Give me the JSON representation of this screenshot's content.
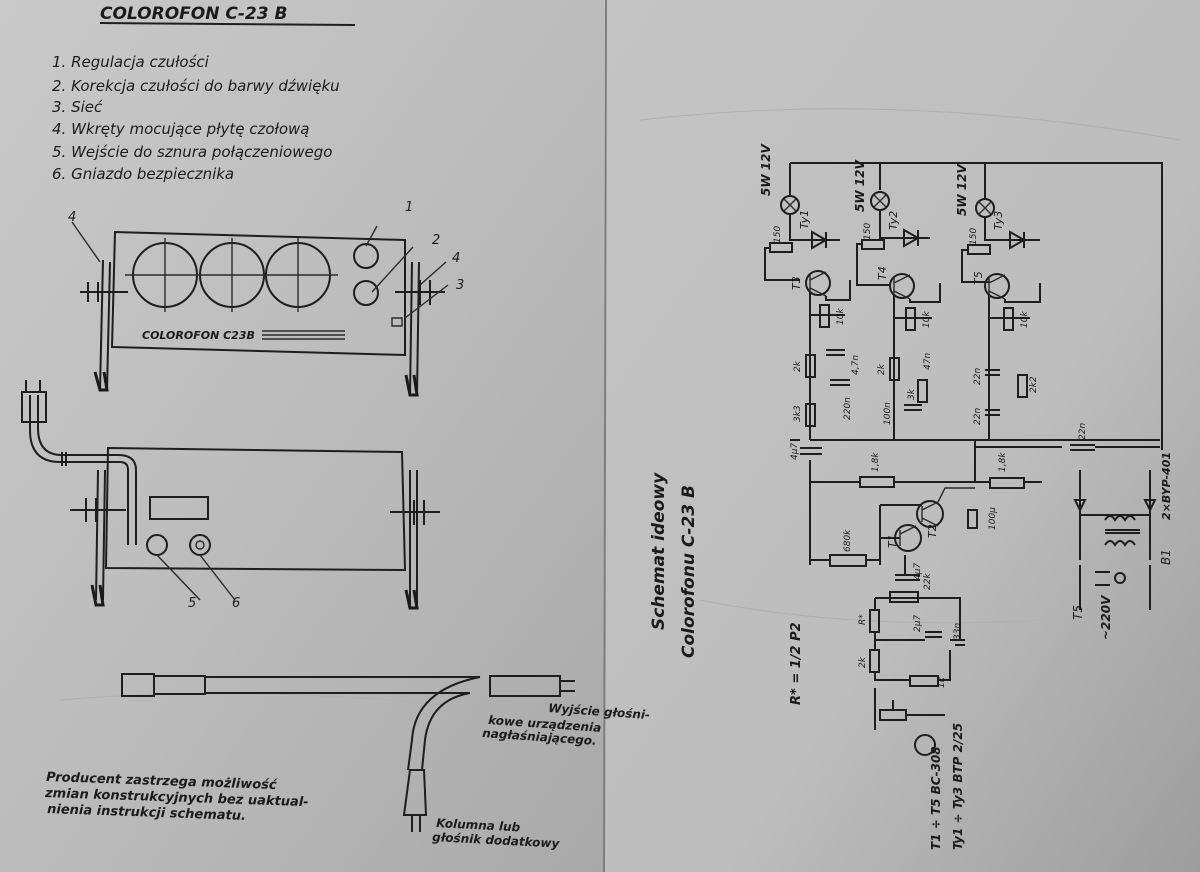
{
  "left_page": {
    "title": "COLOROFON  C-23 B",
    "legend": [
      "1. Regulacja czułości",
      "2. Korekcja czułości do barwy dźwięku",
      "3. Sieć",
      "4. Wkręty mocujące płytę czołową",
      "5. Wejście do sznura połączeniowego",
      "6. Gniazdo bezpiecznika"
    ],
    "front_panel_text": "COLOROFON C23B",
    "callouts": [
      "1",
      "2",
      "3",
      "4",
      "4",
      "5",
      "6"
    ],
    "cable_note": [
      "Wyjście głośni-",
      "kowe urządzenia",
      "nagłaśniającego."
    ],
    "speaker_note": [
      "Kolumna lub",
      "głośnik dodatkowy"
    ],
    "disclaimer": [
      "Producent zastrzega możliwość",
      "zmian konstrukcyjnych bez uaktual-",
      "nienia instrukcji schematu."
    ]
  },
  "right_page": {
    "title": [
      "Schemat ideowy",
      "Colorofonu C-23 B"
    ],
    "lamps": [
      "5W 12V",
      "5W 12V",
      "5W 12V"
    ],
    "thyristors": [
      "Ty1",
      "Ty2",
      "Ty3"
    ],
    "transistors": [
      "T1",
      "T2",
      "T3",
      "T4",
      "T5"
    ],
    "transformer": "T5",
    "fuse": "B1",
    "mains": "~220V",
    "diodes": "2×BYP-401",
    "resistors": [
      "150",
      "150",
      "150",
      "10k",
      "10k",
      "10k",
      "2k",
      "2k",
      "3k3",
      "3k",
      "2k2",
      "1,8k",
      "1,8k",
      "680k",
      "2k",
      "1k",
      "22k",
      "R*"
    ],
    "capacitors": [
      "4,7n",
      "47n",
      "22n",
      "220n",
      "100n",
      "22n",
      "22n",
      "4μ7",
      "100μ",
      "4μ7",
      "2μ7",
      "33n"
    ],
    "formula": "R* = 1/2 P2",
    "parts_list": [
      "T1 ÷ T5  BC-308",
      "Ty1 ÷ Ty3  BTP 2/25"
    ]
  }
}
